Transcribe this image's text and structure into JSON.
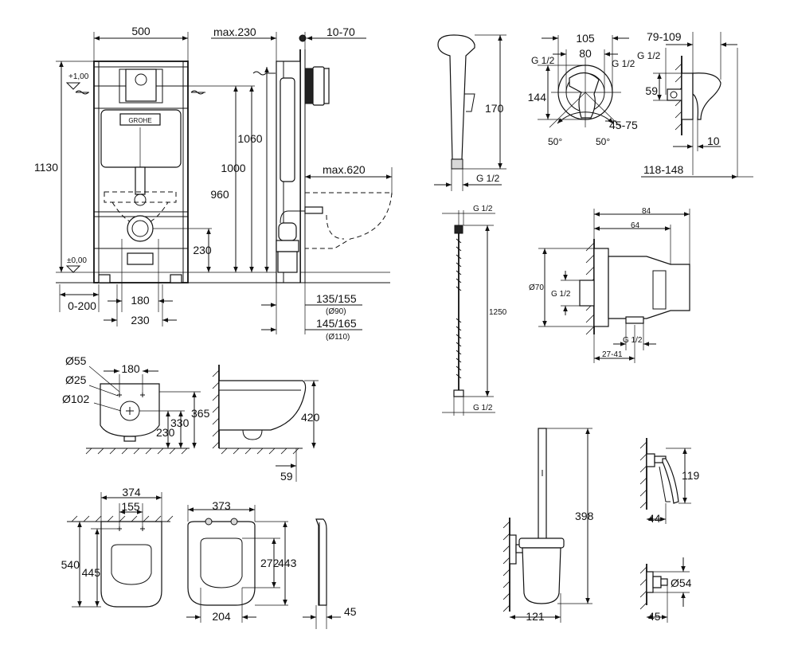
{
  "frame": {
    "w500": "500",
    "max230": "max.230",
    "d10_70": "10-70",
    "plus100": "+1,00",
    "pm000": "±0,00",
    "h1130": "1130",
    "h1060": "1060",
    "h1000": "1000",
    "h960": "960",
    "max620": "max.620",
    "h230": "230",
    "w0_200": "0-200",
    "w180": "180",
    "w230": "230",
    "d135_155": "135/155",
    "o90": "(Ø90)",
    "d145_165": "145/165",
    "o110": "(Ø110)",
    "logo": "GROHE"
  },
  "shower": {
    "h170": "170",
    "g12a": "G 1/2",
    "g12b": "G 1/2",
    "g12c": "G 1/2",
    "h1250": "1250"
  },
  "mixer": {
    "w105": "105",
    "w80": "80",
    "g12l": "G 1/2",
    "g12r": "G 1/2",
    "h144": "144",
    "a50l": "50°",
    "a50r": "50°",
    "d45_75": "45-75",
    "d79_109": "79-109",
    "g12s": "G 1/2",
    "h59": "59",
    "d10": "10",
    "d118_148": "118-148"
  },
  "elbow": {
    "w84": "84",
    "w64": "64",
    "d70": "Ø70",
    "g12": "G 1/2",
    "g12b": "G 1/2",
    "w27_41": "27-41"
  },
  "bowl": {
    "o55": "Ø55",
    "o25": "Ø25",
    "o102": "Ø102",
    "w180": "180",
    "h365": "365",
    "h330": "330",
    "h230": "230",
    "h420": "420",
    "d59": "59"
  },
  "top": {
    "w374": "374",
    "w155": "155",
    "h540": "540",
    "h445": "445",
    "w373": "373",
    "h272": "272",
    "h443": "443",
    "w204": "204",
    "d45": "45"
  },
  "brush": {
    "h398": "398",
    "w121": "121"
  },
  "holder": {
    "h119": "119",
    "d44": "44"
  },
  "hook": {
    "o54": "Ø54",
    "d45": "45"
  }
}
